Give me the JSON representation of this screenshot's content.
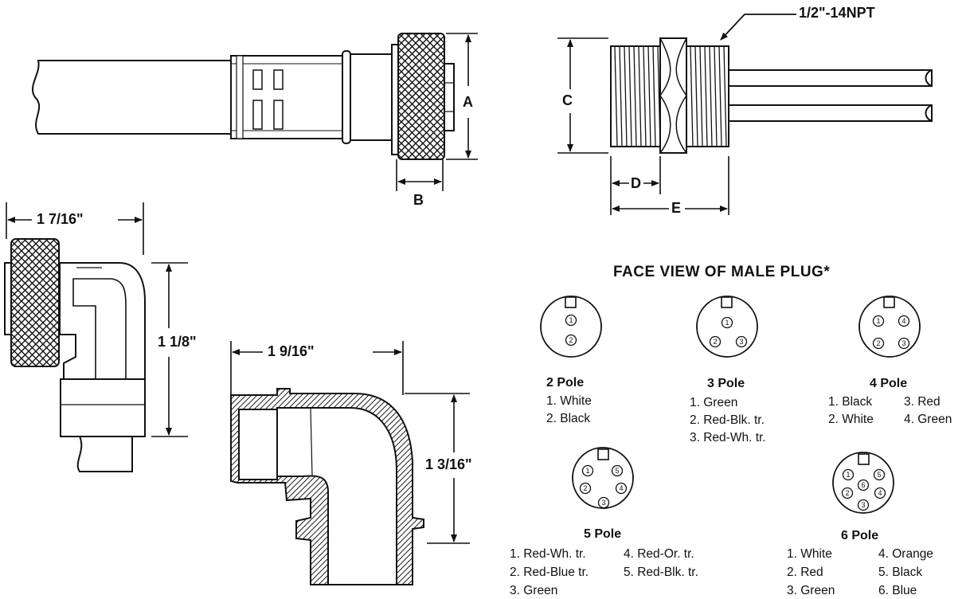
{
  "dimensions": {
    "thread": "1/2\"-14NPT",
    "a": "A",
    "b": "B",
    "c": "C",
    "d": "D",
    "e": "E",
    "elbow_width": "1 7/16\"",
    "elbow_height": "1 1/8\"",
    "section_width": "1 9/16\"",
    "section_height": "1 3/16\""
  },
  "face_view": {
    "title": "FACE VIEW OF MALE PLUG*",
    "plugs": [
      {
        "label": "2 Pole",
        "pins": [
          "1",
          "2"
        ],
        "wires": [
          "1. White",
          "2. Black"
        ]
      },
      {
        "label": "3 Pole",
        "pins": [
          "1",
          "2",
          "3"
        ],
        "wires": [
          "1. Green",
          "2. Red-Blk. tr.",
          "3. Red-Wh. tr."
        ]
      },
      {
        "label": "4 Pole",
        "pins": [
          "1",
          "2",
          "3",
          "4"
        ],
        "wires": [
          "1. Black",
          "2. White",
          "3. Red",
          "4. Green"
        ]
      },
      {
        "label": "5 Pole",
        "pins": [
          "1",
          "2",
          "3",
          "4",
          "5"
        ],
        "wires": [
          "1. Red-Wh. tr.",
          "2. Red-Blue tr.",
          "3. Green",
          "4. Red-Or. tr.",
          "5. Red-Blk. tr."
        ]
      },
      {
        "label": "6 Pole",
        "pins": [
          "1",
          "2",
          "3",
          "4",
          "5",
          "6"
        ],
        "wires": [
          "1. White",
          "2. Red",
          "3. Green",
          "4. Orange",
          "5. Black",
          "6. Blue"
        ]
      }
    ]
  }
}
